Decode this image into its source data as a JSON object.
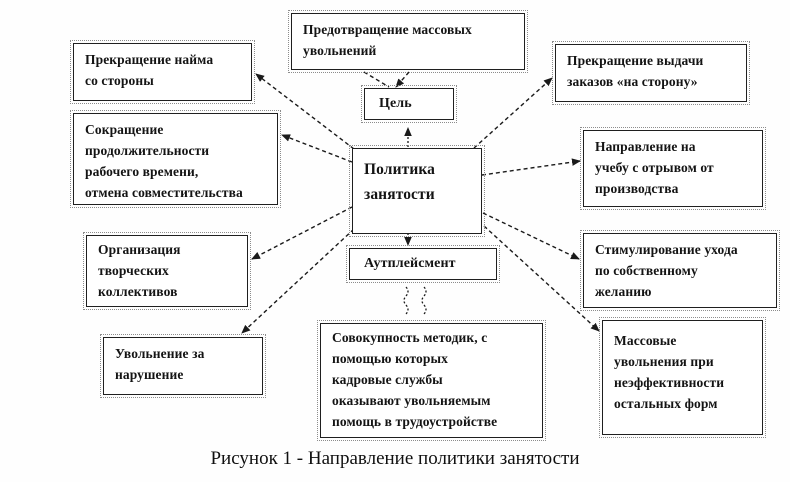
{
  "figure": {
    "caption": "Рисунок 1 - Направление политики занятости"
  },
  "diagram": {
    "center": {
      "text": "Политика\nзанятости"
    },
    "goal": {
      "text": "Цель"
    },
    "goal_description": {
      "text": "Предотвращение массовых\nувольнений"
    },
    "outplacement": {
      "text": "Аутплейсмент"
    },
    "outplacement_definition": {
      "text": "Совокупность методик, с\nпомощью которых\nкадровые службы\nоказывают увольняемым\nпомощь в трудоустройстве"
    },
    "left": [
      {
        "text": "Прекращение найма\nсо стороны"
      },
      {
        "text": "Сокращение\nпродолжительности\nрабочего времени,\nотмена совместительства"
      },
      {
        "text": "Организация\nтворческих\nколлективов"
      },
      {
        "text": "Увольнение за\nнарушение"
      }
    ],
    "right": [
      {
        "text": "Прекращение выдачи\nзаказов «на сторону»"
      },
      {
        "text": "Направление на\nучебу с отрывом от\nпроизводства"
      },
      {
        "text": "Стимулирование ухода\nпо собственному\nжеланию"
      },
      {
        "text": "Массовые\nувольнения при\nнеэффективности\nостальных форм"
      }
    ]
  },
  "colors": {
    "ink": "#1a1a1a",
    "paper": "#fefefe"
  }
}
